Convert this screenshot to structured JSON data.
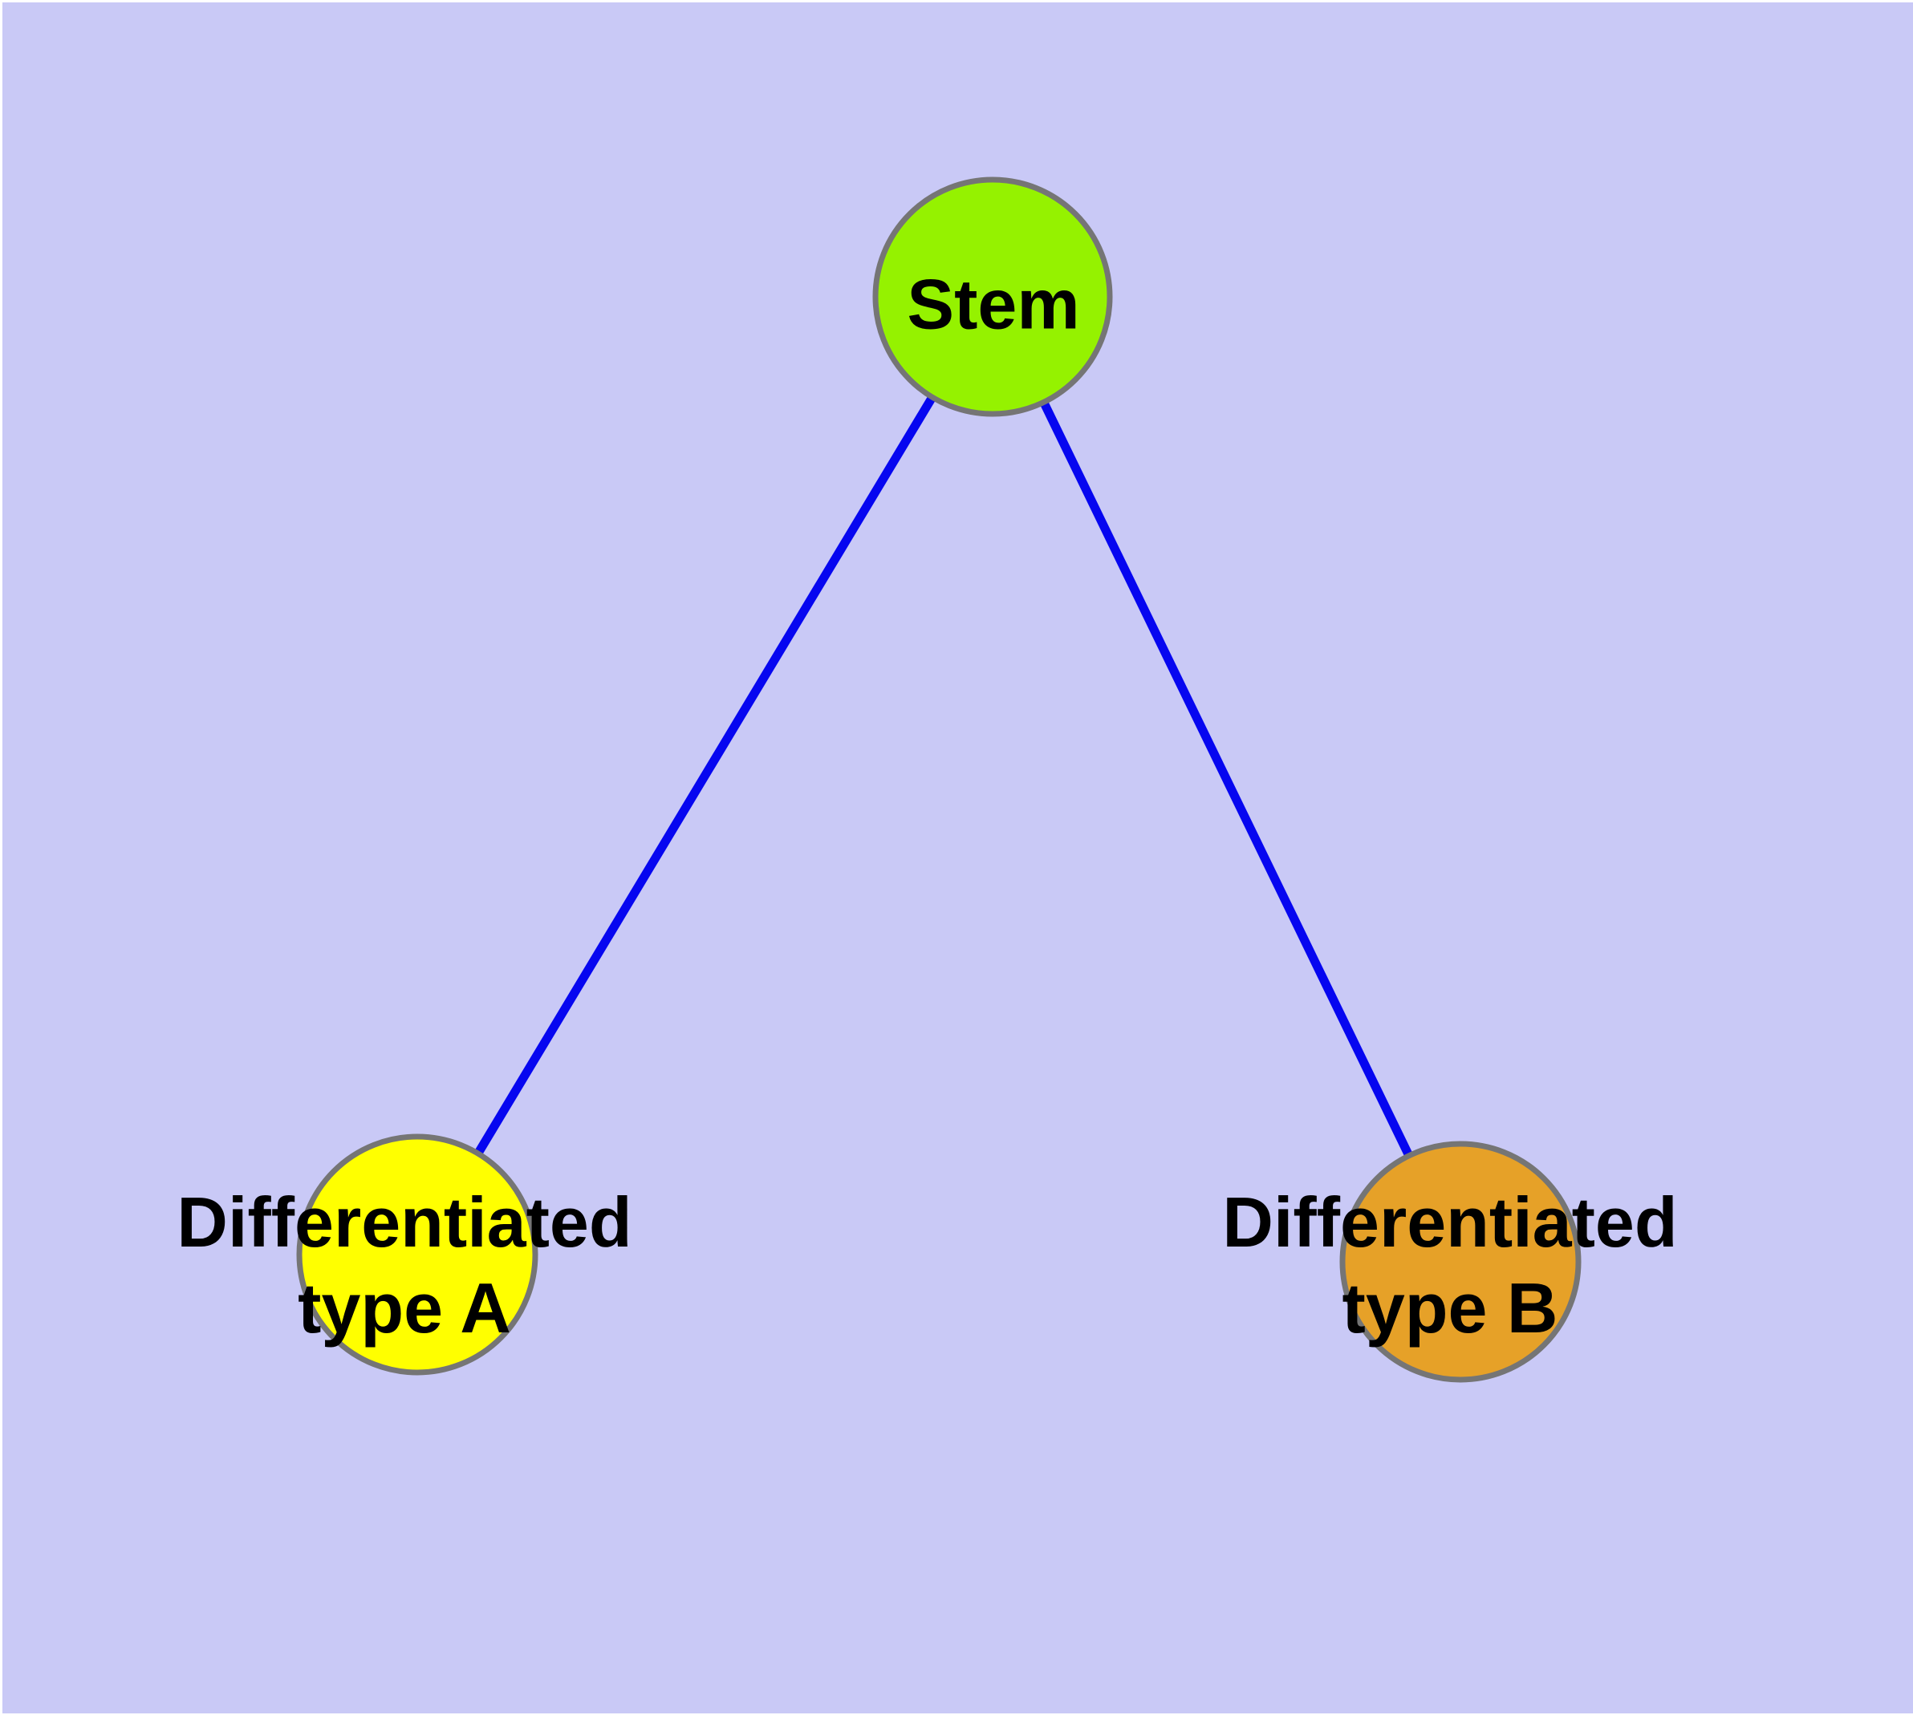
{
  "diagram": {
    "kind": "node-link-graph",
    "background_color": "#C9C9F6",
    "frame_color": "#FFFFFF",
    "edge_color": "#0606F0",
    "node_border_color": "#757575",
    "text_color": "#000000",
    "nodes": [
      {
        "id": "stem",
        "label": "Stem",
        "lines": [
          "Stem"
        ],
        "color": "#95F200"
      },
      {
        "id": "differentiated-type-a",
        "label": "Differentiated type A",
        "lines": [
          "Differentiated",
          "type A"
        ],
        "color": "#FFFF00"
      },
      {
        "id": "differentiated-type-b",
        "label": "Differentiated type B",
        "lines": [
          "Differentiated",
          "type B"
        ],
        "color": "#E6A128"
      }
    ],
    "edges": [
      {
        "from": "stem",
        "to": "differentiated-type-a"
      },
      {
        "from": "stem",
        "to": "differentiated-type-b"
      }
    ]
  }
}
